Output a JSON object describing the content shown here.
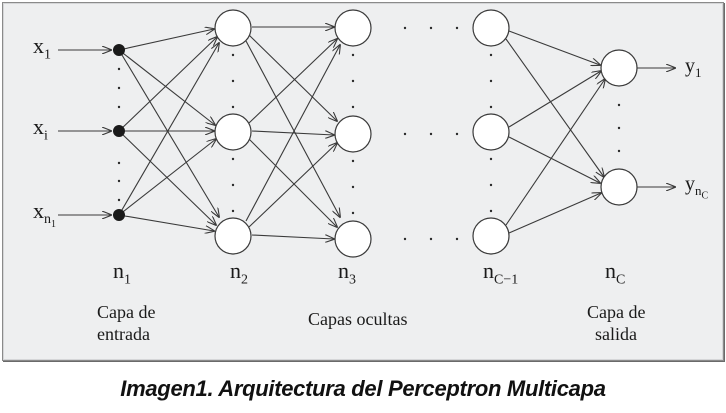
{
  "diagram": {
    "title": "Arquitectura del Perceptron Multicapa",
    "inputs": [
      {
        "label": "x",
        "sub": "1"
      },
      {
        "label": "x",
        "sub": "i"
      },
      {
        "label": "x",
        "sub": "n",
        "subsub": "1"
      }
    ],
    "outputs": [
      {
        "label": "y",
        "sub": "1"
      },
      {
        "label": "y",
        "sub": "n",
        "subsub": "C"
      }
    ],
    "layer_counts": [
      {
        "label": "n",
        "sub": "1"
      },
      {
        "label": "n",
        "sub": "2"
      },
      {
        "label": "n",
        "sub": "3"
      },
      {
        "label": "n",
        "sub": "C−1"
      },
      {
        "label": "n",
        "sub": "C"
      }
    ],
    "layer_groups": {
      "input": [
        "Capa de",
        "entrada"
      ],
      "hidden": "Capas ocultas",
      "output": [
        "Capa de",
        "salida"
      ]
    },
    "colors": {
      "line": "#3a3a3a",
      "node_fill": "#ffffff",
      "input_node_fill": "#1a1a1a",
      "background": "#eeeff0"
    }
  },
  "caption": "Imagen1. Arquitectura  del Perceptron  Multicapa"
}
